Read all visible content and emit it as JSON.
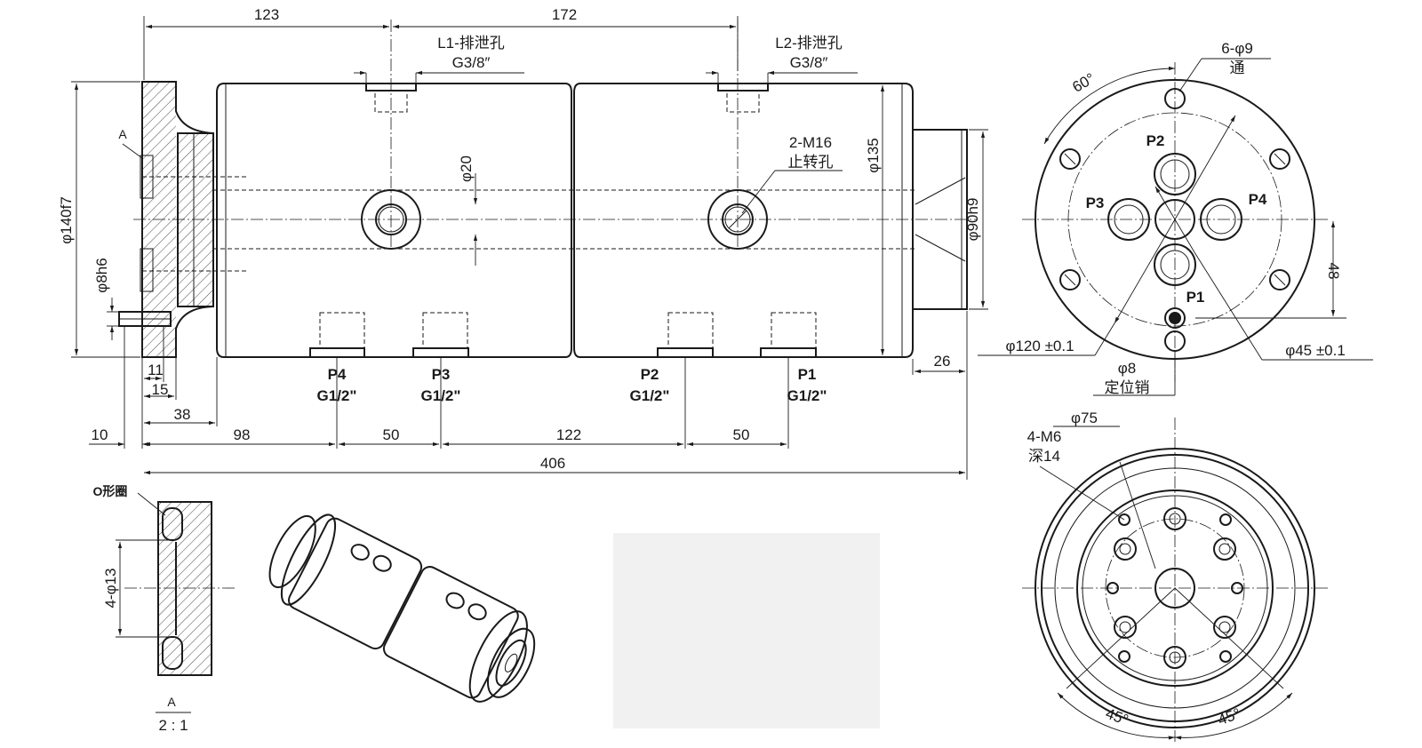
{
  "main_view": {
    "dims_top": [
      "123",
      "172"
    ],
    "drain1": {
      "label": "L1-排泄孔",
      "thread": "G3/8″"
    },
    "drain2": {
      "label": "L2-排泄孔",
      "thread": "G3/8″"
    },
    "anti_rotation": {
      "label": "2-M16",
      "desc": "止转孔"
    },
    "d20": "φ20",
    "d135": "φ135",
    "d140": "φ140f7",
    "d8h6": "φ8h6",
    "d90h9": "φ90h9",
    "section_letter": "A",
    "ports": [
      {
        "name": "P4",
        "thread": "G1/2\""
      },
      {
        "name": "P3",
        "thread": "G1/2\""
      },
      {
        "name": "P2",
        "thread": "G1/2\""
      },
      {
        "name": "P1",
        "thread": "G1/2\""
      }
    ],
    "dims_small": [
      "11",
      "15",
      "38",
      "26"
    ],
    "dims_bottom": [
      "10",
      "98",
      "50",
      "122",
      "50"
    ],
    "dim_total": "406"
  },
  "end_view_right": {
    "angle": "60°",
    "holes": {
      "label": "6-φ9",
      "desc": "通"
    },
    "ports": [
      "P2",
      "P3",
      "P4",
      "P1"
    ],
    "dim_48": "48",
    "pcd_120": "φ120 ±0.1",
    "pcd_45": "φ45 ±0.1",
    "pin": {
      "label": "φ8",
      "desc": "定位销"
    }
  },
  "end_view_left": {
    "d75": "φ75",
    "threads": {
      "label": "4-M6",
      "depth": "深14"
    },
    "angle_left": "45°",
    "angle_right": "45°"
  },
  "detail_a": {
    "oring": "O形圈",
    "holes": "4-φ13",
    "letter": "A",
    "scale": "2 : 1"
  }
}
